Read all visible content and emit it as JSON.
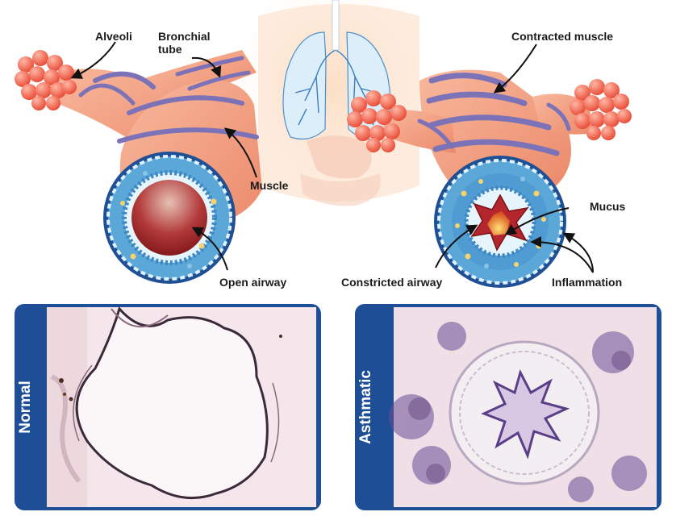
{
  "labels": {
    "alveoli": "Alveoli",
    "bronchial_tube_line1": "Bronchial",
    "bronchial_tube_line2": "tube",
    "muscle": "Muscle",
    "open_airway": "Open airway",
    "contracted_muscle": "Contracted muscle",
    "mucus": "Mucus",
    "constricted_airway": "Constricted airway",
    "inflammation": "Inflammation"
  },
  "panels": {
    "normal": {
      "label": "Normal"
    },
    "asthmatic": {
      "label": "Asthmatic"
    }
  },
  "colors": {
    "frame_blue": "#1e4f96",
    "tube_pink": "#f4a583",
    "muscle_purple": "#7b72b8",
    "alveoli_red": "#f26d55",
    "airway_ring_blue": "#5aa7d8",
    "open_lumen": "#a8282a",
    "mucus_yellow": "#f3b53a",
    "tissue_pink": "#f3e3e6",
    "stain_purple": "#6a4c93"
  }
}
